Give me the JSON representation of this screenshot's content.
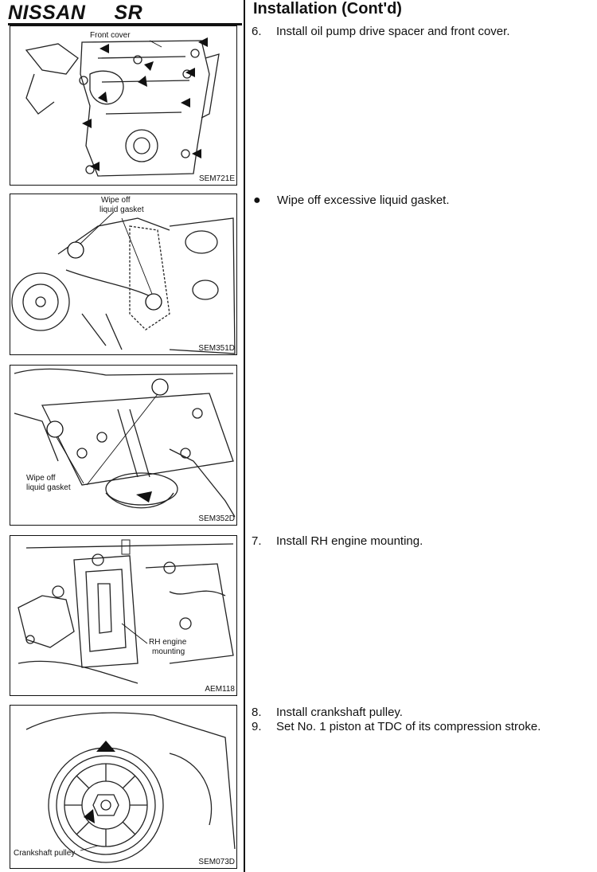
{
  "header": {
    "brand": "NISSAN",
    "model": "SR",
    "section_title": "Installation (Cont'd)"
  },
  "figures": [
    {
      "code": "SEM721E",
      "callouts": [
        "Front cover"
      ]
    },
    {
      "code": "SEM351D",
      "callouts": [
        "Wipe off",
        "liquid gasket"
      ]
    },
    {
      "code": "SEM352D",
      "callouts": [
        "Wipe off",
        "liquid gasket"
      ]
    },
    {
      "code": "AEM118",
      "callouts": [
        "RH engine",
        "mounting"
      ]
    },
    {
      "code": "SEM073D",
      "callouts": [
        "Crankshaft pulley"
      ]
    }
  ],
  "steps": [
    {
      "number": "6.",
      "text": "Install oil pump drive spacer and front cover."
    },
    {
      "bullet": "●",
      "text": "Wipe off excessive liquid gasket."
    },
    {
      "number": "7.",
      "text": "Install RH engine mounting."
    },
    {
      "number": "8.",
      "text": "Install crankshaft pulley."
    },
    {
      "number": "9.",
      "text": "Set No. 1 piston at TDC of its compression stroke."
    }
  ]
}
